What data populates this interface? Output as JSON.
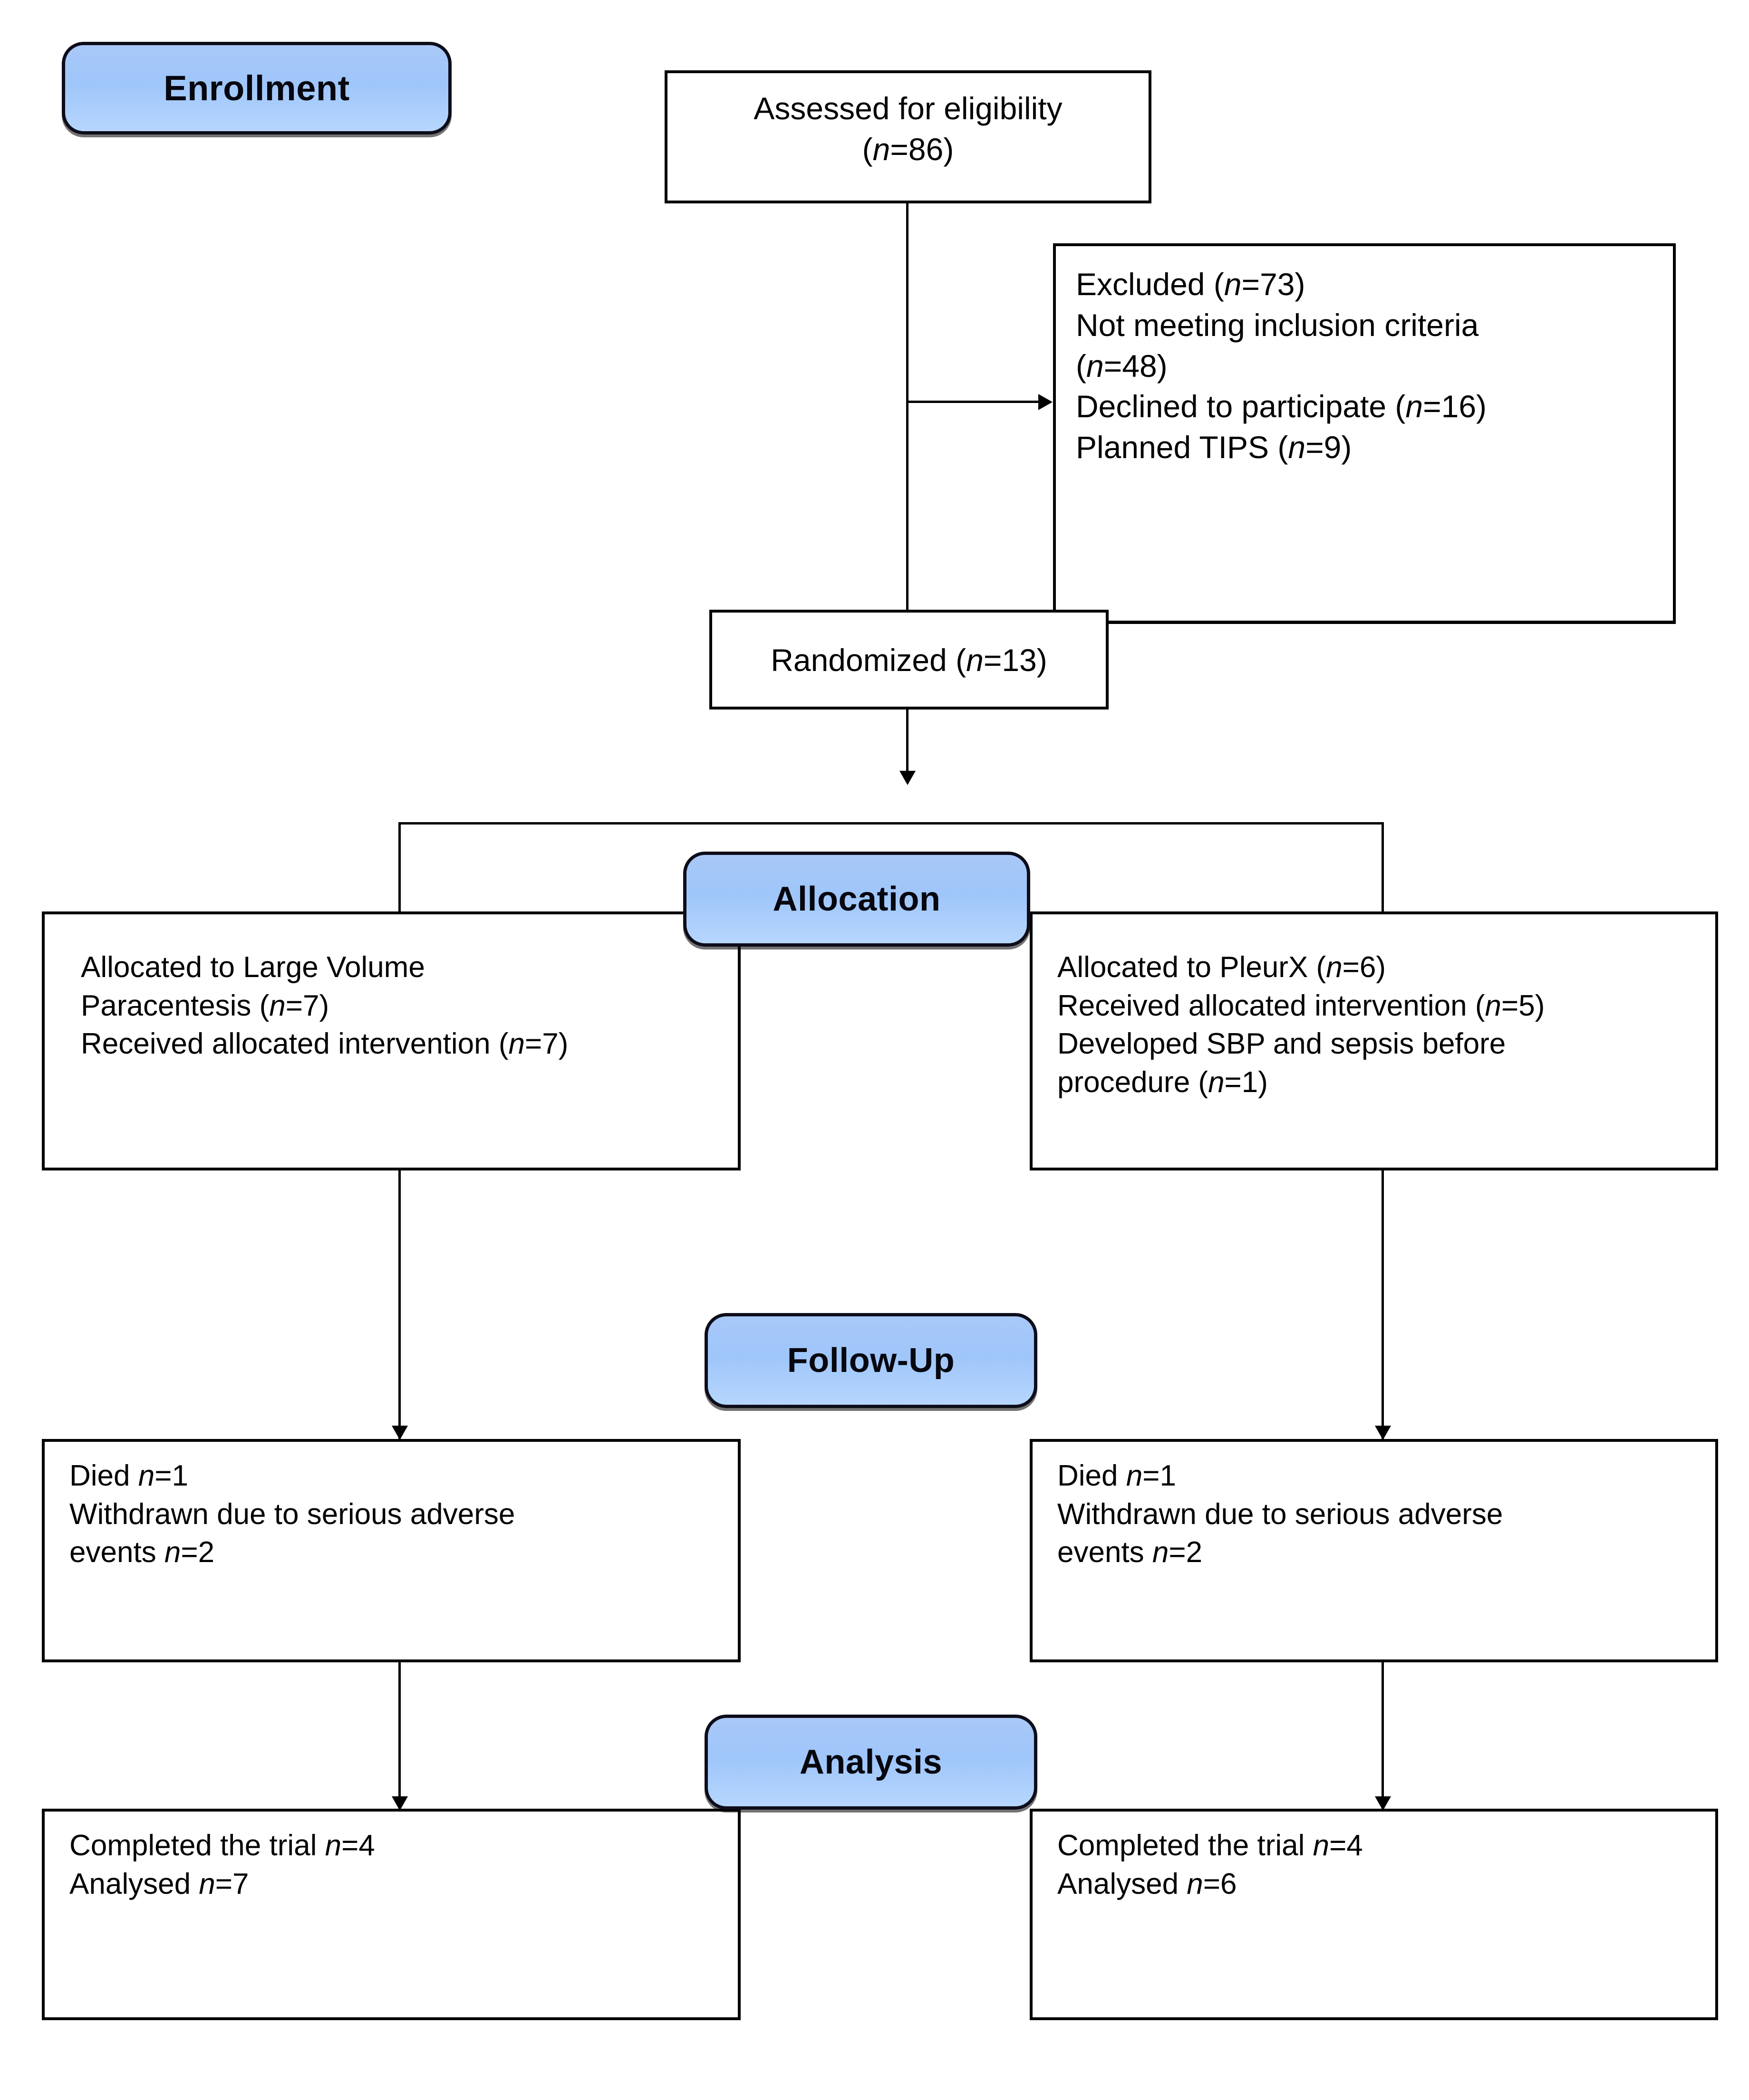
{
  "diagram": {
    "type": "CONSORT participant flow diagram",
    "stages": [
      {
        "id": "enrollment",
        "label": "Enrollment"
      },
      {
        "id": "allocation",
        "label": "Allocation"
      },
      {
        "id": "followup",
        "label": "Follow-Up"
      },
      {
        "id": "analysis",
        "label": "Analysis"
      }
    ],
    "accent_color": "#a8c8f8",
    "border_color": "#000000",
    "background_color": "#ffffff"
  },
  "nodes": {
    "assessed": {
      "lines": [
        {
          "text": "Assessed for eligibility",
          "n": ""
        },
        {
          "text": "(",
          "n": "n",
          "tail": "=86)"
        }
      ],
      "line1": "Assessed for eligibility",
      "line2_n": "n",
      "line2_tail": "=86)"
    },
    "excluded": {
      "l1_text": "Excluded  (",
      "l1_n": "n",
      "l1_tail": "=73)",
      "l2_text": "Not meeting inclusion criteria",
      "l3_text": "(",
      "l3_n": "n",
      "l3_tail": "=48)",
      "l4_text": "Declined to participate (",
      "l4_n": "n",
      "l4_tail": "=16)",
      "l5_text": "Planned TIPS (",
      "l5_n": "n",
      "l5_tail": "=9)"
    },
    "randomized": {
      "text": "Randomized (",
      "n": "n",
      "tail": "=13)"
    },
    "alloc_left": {
      "l1_text": "Allocated to Large Volume",
      "l2_text": "Paracentesis (",
      "l2_n": "n",
      "l2_tail": "=7)",
      "l3_text": "Received allocated intervention  (",
      "l3_n": "n",
      "l3_tail": "=7)"
    },
    "alloc_right": {
      "l1_text": "Allocated to PleurX (",
      "l1_n": "n",
      "l1_tail": "=6)",
      "l2_text": "Received allocated intervention  (",
      "l2_n": "n",
      "l2_tail": "=5)",
      "l3_text": "Developed SBP and sepsis before",
      "l4_text": "procedure (",
      "l4_n": "n",
      "l4_tail": "=1)"
    },
    "follow_left": {
      "l1_text": "Died ",
      "l1_n": "n",
      "l1_tail": "=1",
      "l2_text": "Withdrawn due to serious adverse",
      "l3_text": "events ",
      "l3_n": "n",
      "l3_tail": "=2"
    },
    "follow_right": {
      "l1_text": "Died ",
      "l1_n": "n",
      "l1_tail": "=1",
      "l2_text": "Withdrawn due to serious adverse",
      "l3_text": "events ",
      "l3_n": "n",
      "l3_tail": "=2"
    },
    "analysis_left": {
      "l1_text": "Completed the trial ",
      "l1_n": "n",
      "l1_tail": "=4",
      "l2_text": "Analysed ",
      "l2_n": "n",
      "l2_tail": "=7"
    },
    "analysis_right": {
      "l1_text": "Completed the trial ",
      "l1_n": "n",
      "l1_tail": "=4",
      "l2_text": "Analysed ",
      "l2_n": "n",
      "l2_tail": "=6"
    }
  },
  "counts": {
    "assessed_for_eligibility": 86,
    "excluded_total": 73,
    "not_meeting_inclusion_criteria": 48,
    "declined_to_participate": 16,
    "planned_tips": 9,
    "randomized": 13,
    "allocated_large_volume_paracentesis": 7,
    "lvp_received_intervention": 7,
    "allocated_pleurx": 6,
    "pleurx_received_intervention": 5,
    "pleurx_sbp_sepsis_before_procedure": 1,
    "lvp_died": 1,
    "lvp_withdrawn_adverse_events": 2,
    "pleurx_died": 1,
    "pleurx_withdrawn_adverse_events": 2,
    "lvp_completed_trial": 4,
    "lvp_analysed": 7,
    "pleurx_completed_trial": 4,
    "pleurx_analysed": 6
  }
}
